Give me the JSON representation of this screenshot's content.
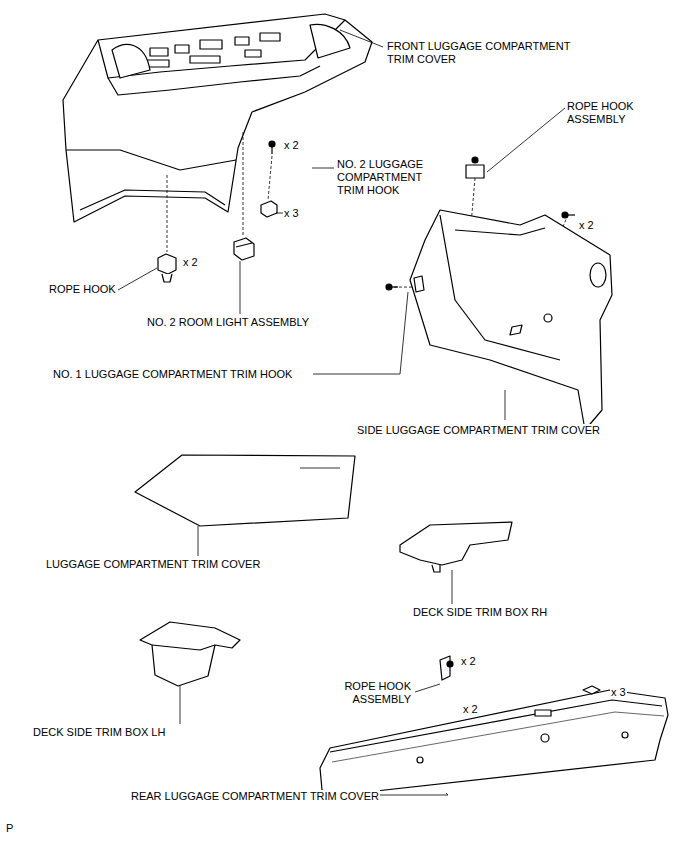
{
  "diagram": {
    "labels": [
      "FRONT LUGGAGE COMPARTMENT TRIM COVER",
      "x 2",
      "NO. 2 LUGGAGE COMPARTMENT TRIM HOOK",
      "x 3",
      "ROPE HOOK ASSEMBLY",
      "x 2",
      "ROPE HOOK",
      "x 2",
      "NO. 2 ROOM LIGHT ASSEMBLY",
      "NO. 1 LUGGAGE COMPARTMENT TRIM HOOK",
      "SIDE LUGGAGE COMPARTMENT TRIM COVER",
      "LUGGAGE COMPARTMENT TRIM COVER",
      "DECK SIDE TRIM BOX RH",
      "DECK SIDE TRIM BOX LH",
      "x 2",
      "ROPE HOOK ASSEMBLY",
      "x 2",
      "x 3",
      "REAR LUGGAGE COMPARTMENT TRIM COVER",
      "P"
    ]
  }
}
